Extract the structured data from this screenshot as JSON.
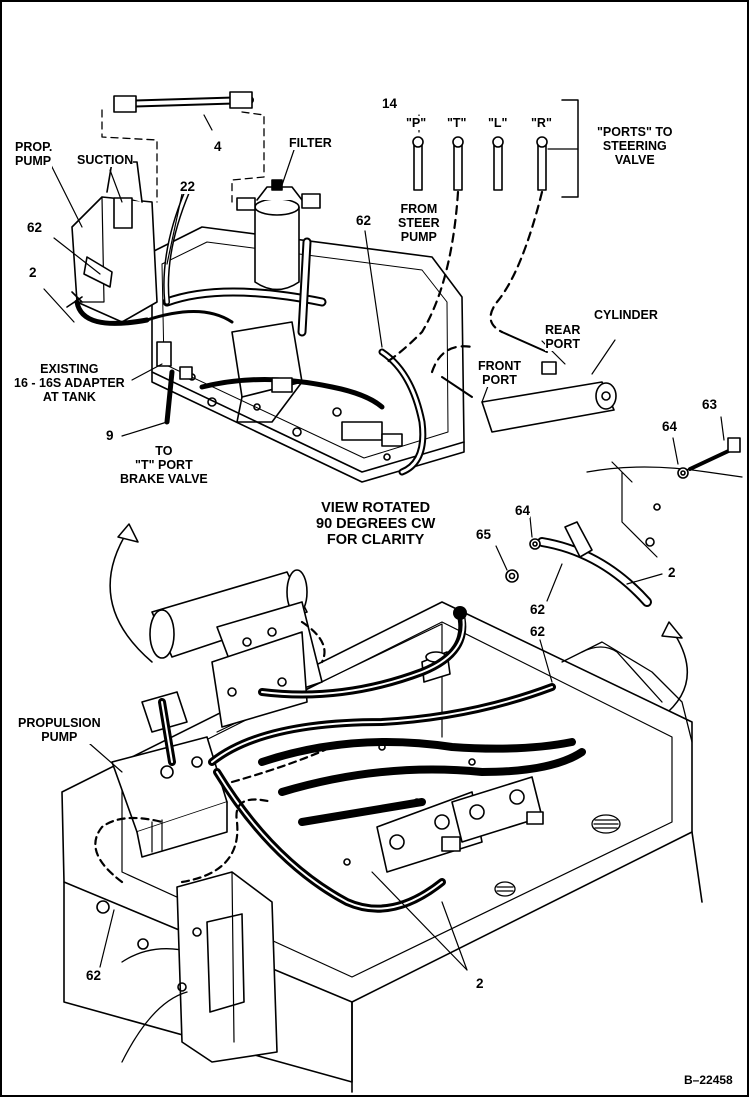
{
  "labels": {
    "hose_4": "4",
    "filter": "FILTER",
    "prop_pump": "PROP.\nPUMP",
    "suction": "SUCTION",
    "hose_22": "22",
    "clamp_62_top": "62",
    "hose_2_top": "2",
    "existing_adapter": "EXISTING\n16 - 16S ADAPTER\nAT TANK",
    "fitting_9": "9",
    "to_t_port": "TO\n\"T\" PORT\nBRAKE VALVE",
    "fitting_14": "14",
    "port_p": "\"P\"",
    "port_t": "\"T\"",
    "port_l": "\"L\"",
    "port_r": "\"R\"",
    "ports_to_steering": "\"PORTS\" TO\nSTEERING\nVALVE",
    "from_steer_pump": "FROM\nSTEER\nPUMP",
    "clamp_62_mid": "62",
    "cylinder": "CYLINDER",
    "rear_port": "REAR\nPORT",
    "front_port": "FRONT\nPORT",
    "bolt_63": "63",
    "washer_64_a": "64",
    "washer_64_b": "64",
    "nut_65": "65",
    "hose_2_right": "2",
    "clamp_62_right": "62",
    "clamp_62_lower": "62",
    "view_rotated": "VIEW ROTATED\n90 DEGREES CW\nFOR CLARITY",
    "propulsion_pump": "PROPULSION\nPUMP",
    "clamp_62_bottom": "62",
    "hose_2_bottom": "2",
    "figure_id": "B–22458"
  }
}
